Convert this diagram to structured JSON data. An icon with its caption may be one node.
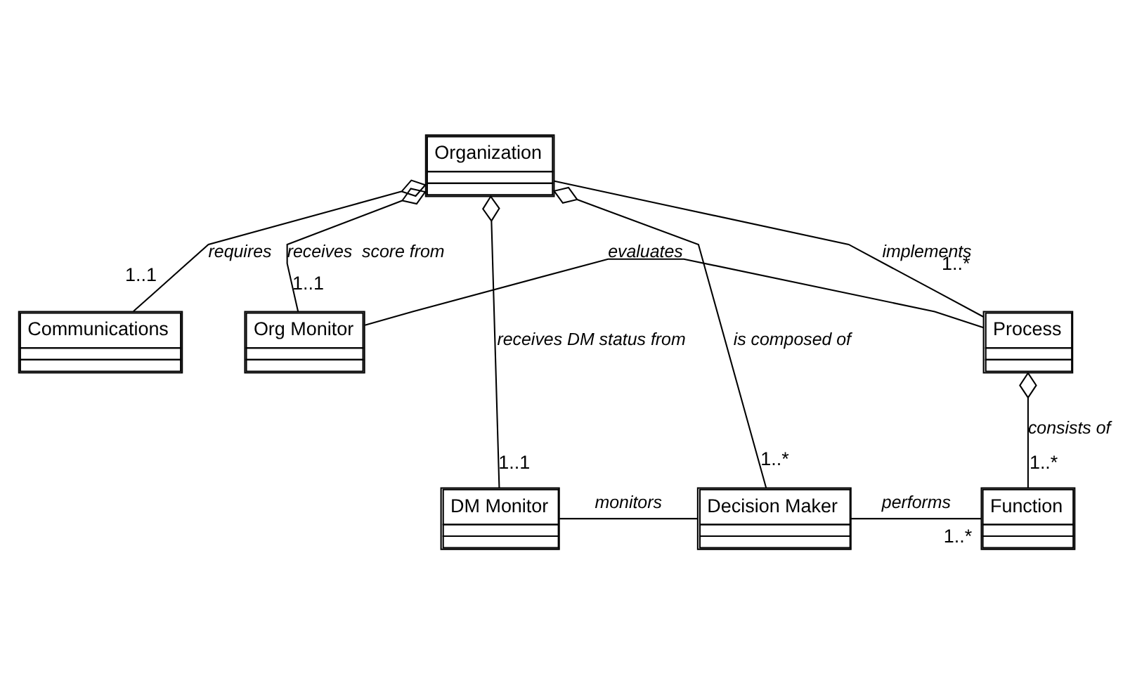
{
  "diagram": {
    "nodes": [
      {
        "text": [
          "Organization"
        ]
      },
      {
        "text": [
          "Communications"
        ]
      },
      {
        "text": [
          "Org Monitor"
        ]
      },
      {
        "text": [
          "Process"
        ]
      },
      {
        "text": [
          "DM Monitor"
        ]
      },
      {
        "text": [
          "Decision Maker"
        ]
      },
      {
        "text": [
          "Function"
        ]
      }
    ],
    "edges": [
      {
        "from": 0,
        "to": 1,
        "arrow": "other",
        "label": "requires"
      },
      {
        "from": 0,
        "to": 4,
        "arrow": "other",
        "label": "receives DM status from"
      },
      {
        "from": 0,
        "to": 5,
        "arrow": "other",
        "label": "is composed of"
      },
      {
        "from": 0,
        "to": 2,
        "arrow": "other",
        "label": "receives  score from"
      },
      {
        "from": 0,
        "to": 3,
        "arrow": "none",
        "label": "implements"
      },
      {
        "from": 2,
        "to": 3,
        "arrow": "none",
        "label": "evaluates"
      },
      {
        "from": 3,
        "to": 6,
        "arrow": "other",
        "label": "consists of"
      },
      {
        "from": 4,
        "to": 5,
        "arrow": "none",
        "label": "monitors"
      },
      {
        "from": 5,
        "to": 6,
        "arrow": "none",
        "label": "performs"
      }
    ],
    "labels": [
      "1..1",
      "1..*",
      "1..1",
      "1..1",
      "1..*",
      "1..*",
      "1..*"
    ]
  }
}
